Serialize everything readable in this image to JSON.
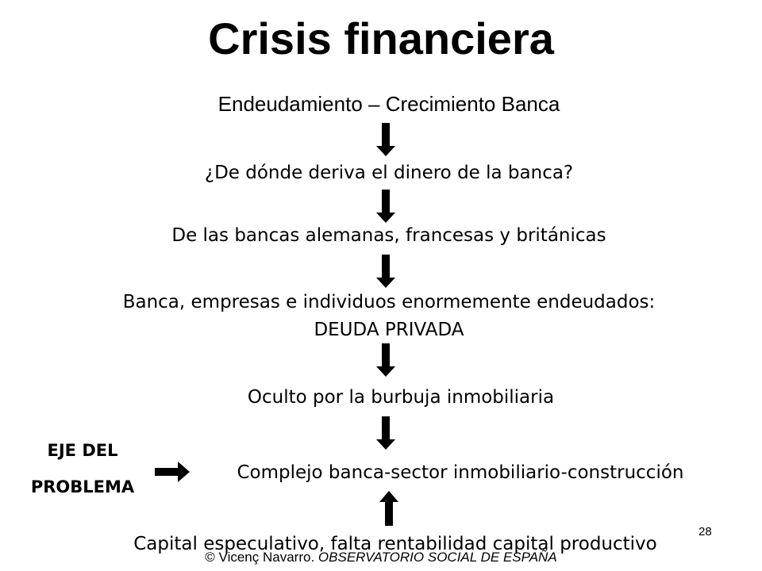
{
  "title": "Crisis financiera",
  "subtitle": "Endeudamiento – Crecimiento Banca",
  "steps": [
    "¿De dónde deriva el dinero de la banca?",
    "De las bancas alemanas, francesas y británicas",
    "Banca, empresas e individuos enormemente endeudados:",
    "DEUDA PRIVADA",
    "Oculto por la burbuja inmobiliaria",
    "Complejo banca-sector inmobiliario-construcción",
    "Capital especulativo, falta rentabilidad capital productivo"
  ],
  "side_label": {
    "line1": "EJE DEL",
    "line2": "PROBLEMA"
  },
  "page_number": "28",
  "footer": {
    "author": "© Vicenç Navarro.",
    "organization": "OBSERVATORIO SOCIAL DE ESPAÑA"
  },
  "icons": {
    "down_arrow": "arrow-down-icon",
    "up_arrow": "arrow-up-icon",
    "right_arrow": "arrow-right-icon"
  },
  "colors": {
    "text": "#000000",
    "background": "#ffffff"
  }
}
